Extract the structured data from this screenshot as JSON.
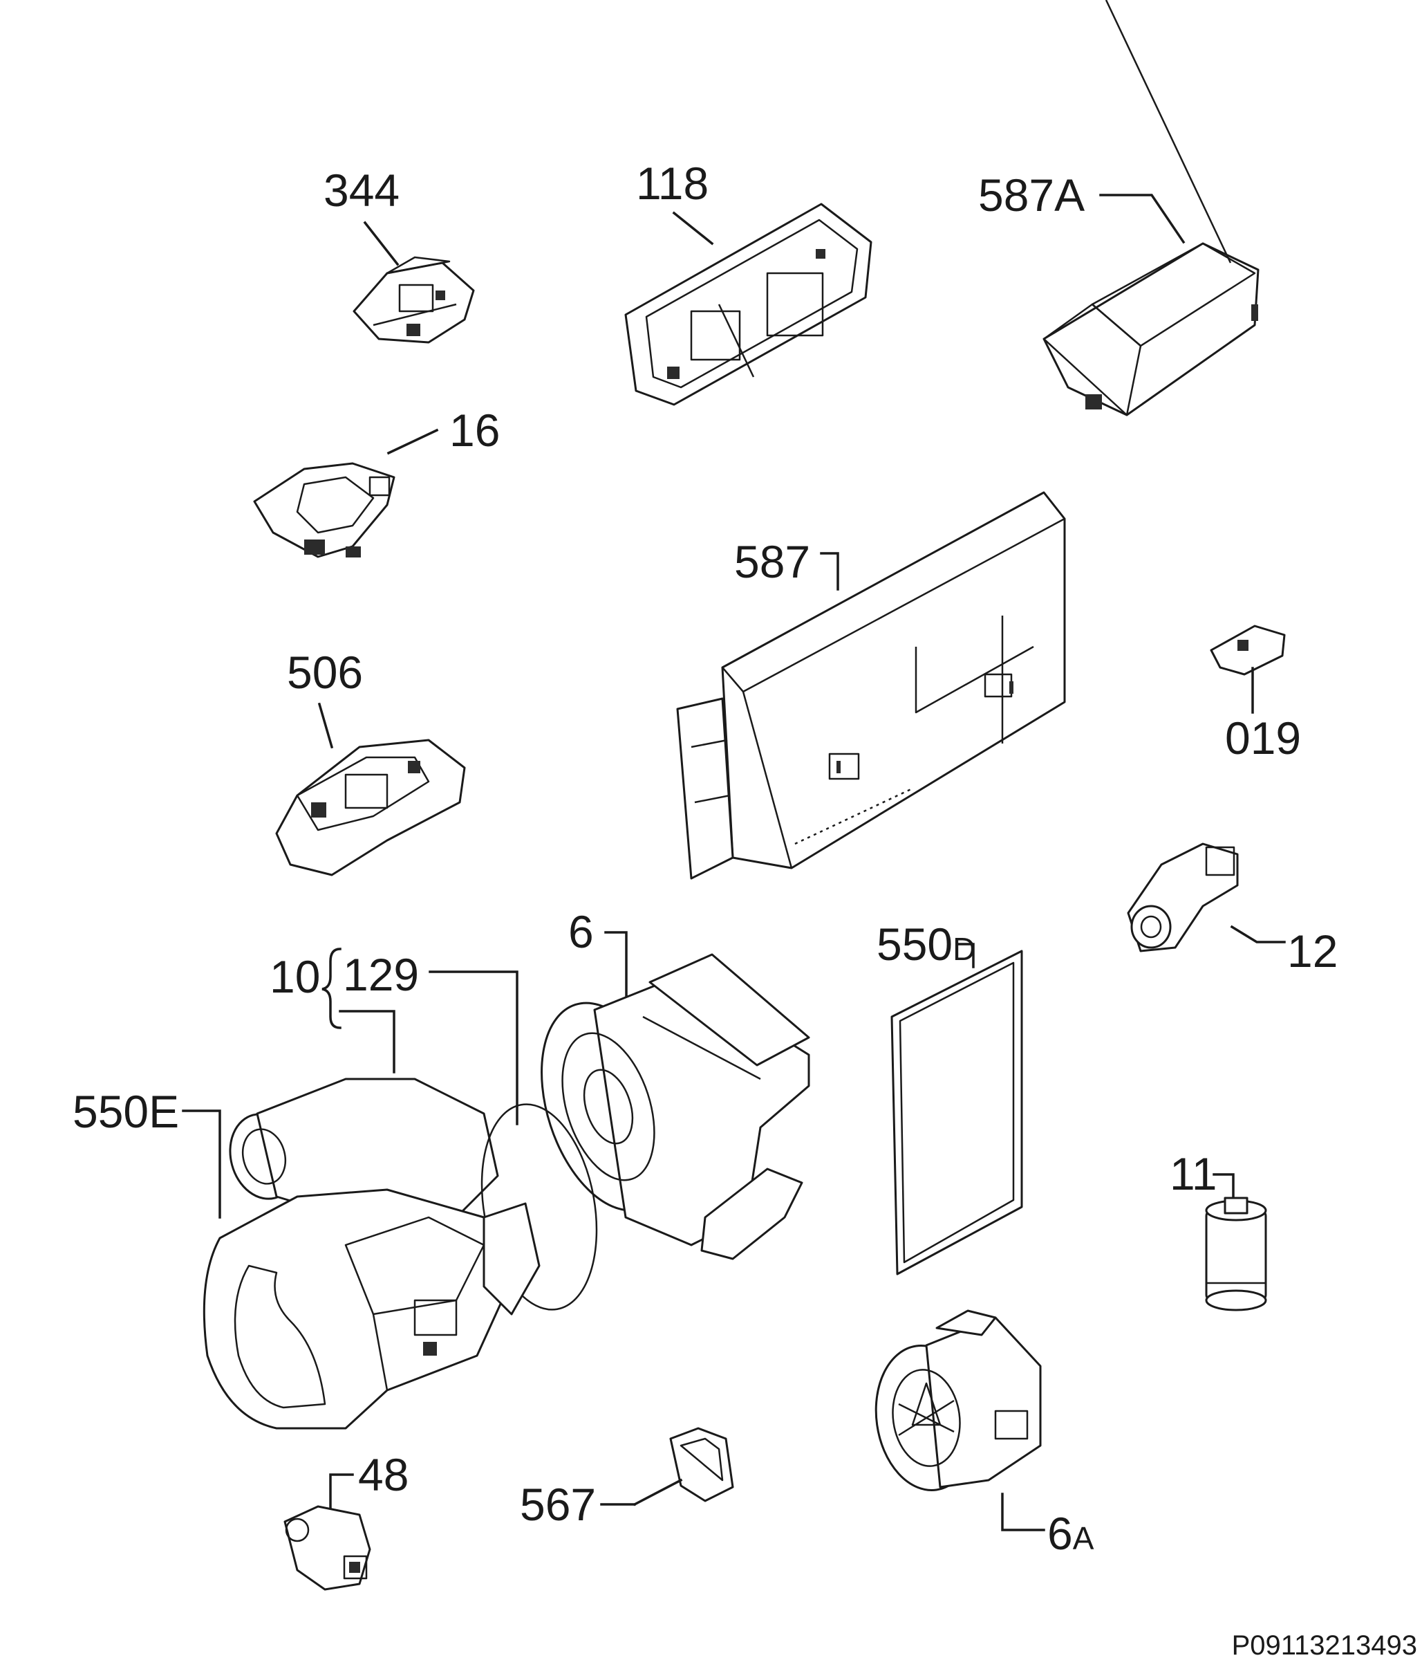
{
  "diagram": {
    "labels": {
      "p344": "344",
      "p118": "118",
      "p587a": "587",
      "p587a_suffix": "A",
      "p16": "16",
      "p587": "587",
      "p506": "506",
      "p019": "019",
      "p12": "12",
      "p6": "6",
      "p550d": "550",
      "p550d_suffix": "D",
      "p10": "10",
      "p129": "129",
      "p550e": "550E",
      "p11": "11",
      "p48": "48",
      "p567": "567",
      "p6a": "6",
      "p6a_suffix": "A"
    },
    "document_id": "P09113213493"
  }
}
